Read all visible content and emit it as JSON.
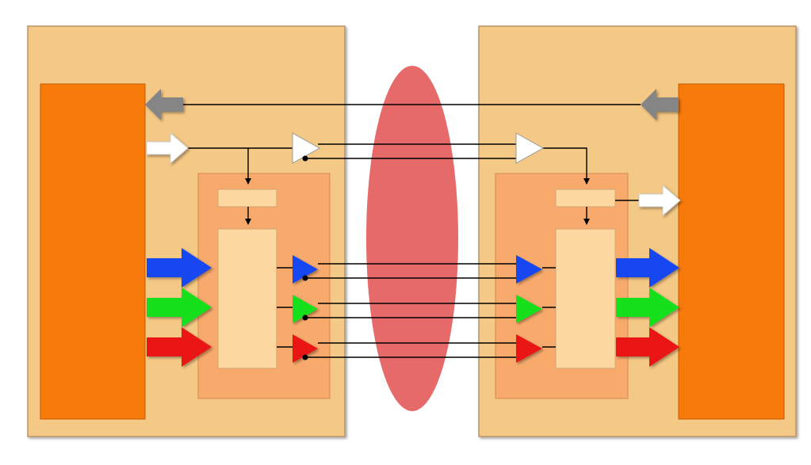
{
  "colors": {
    "background": "#ffffff",
    "panel": "#f4c885",
    "panel_border": "#b8946a",
    "device": "#f77a0b",
    "inner_block": "#f7aa6c",
    "small_block": "#fcd8a0",
    "channel": "#e76a6a",
    "signal_blue": "#1446f0",
    "signal_green": "#18e01a",
    "signal_red": "#ea1313",
    "signal_white": "#ffffff",
    "signal_gray": "#858585",
    "wire": "#000000"
  },
  "icons": {
    "flow_arrow": "block-arrow-icon",
    "driver": "triangle-buffer-icon",
    "receiver": "triangle-buffer-icon",
    "channel": "ellipse-icon"
  },
  "data_lanes": [
    "blue",
    "green",
    "red"
  ],
  "control_lanes": [
    "white-forward",
    "gray-return",
    "white-output"
  ]
}
